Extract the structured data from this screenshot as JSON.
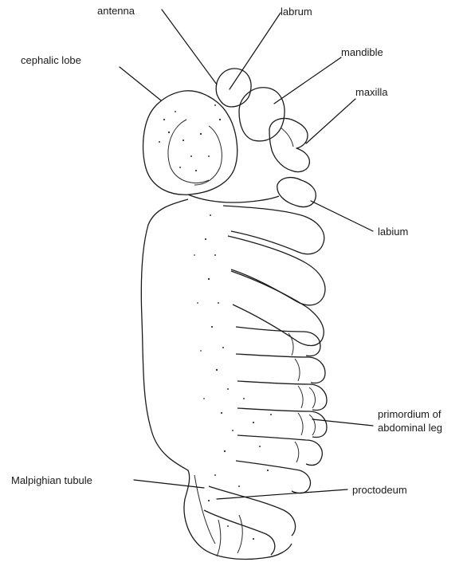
{
  "labels": {
    "antenna": "antenna",
    "labrum": "labrum",
    "cephalic_lobe": "cephalic lobe",
    "mandible": "mandible",
    "maxilla": "maxilla",
    "labium": "labium",
    "primordium_line1": "primordium of",
    "primordium_line2": "abdominal leg",
    "malpighian": "Malpighian tubule",
    "proctodeum": "proctodeum"
  }
}
